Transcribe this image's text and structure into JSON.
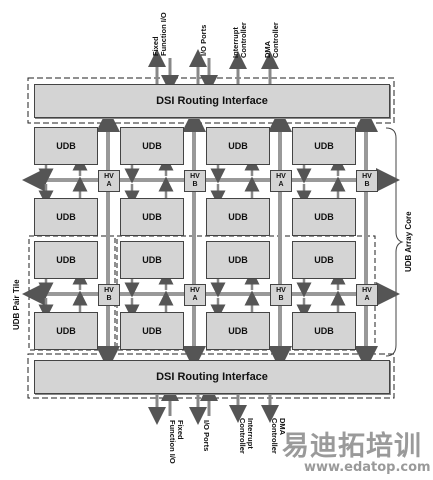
{
  "dsi_top": {
    "label": "DSI Routing Interface"
  },
  "dsi_bottom": {
    "label": "DSI Routing Interface"
  },
  "udb_label": "UDB",
  "hv_labels": [
    {
      "top": "HV",
      "bottom": "A"
    },
    {
      "top": "HV",
      "bottom": "B"
    },
    {
      "top": "HV",
      "bottom": "A"
    },
    {
      "top": "HV",
      "bottom": "B"
    },
    {
      "top": "HV",
      "bottom": "B"
    },
    {
      "top": "HV",
      "bottom": "A"
    },
    {
      "top": "HV",
      "bottom": "B"
    },
    {
      "top": "HV",
      "bottom": "A"
    }
  ],
  "top_signals": [
    "Fixed\nFunction I/O",
    "I/O Ports",
    "Interrupt\nController",
    "DMA\nController"
  ],
  "bottom_signals": [
    "Fixed\nFunction I/O",
    "I/O Ports",
    "Interrupt\nController",
    "DMA\nController"
  ],
  "udb_array_core_label": "UDB Array Core",
  "udb_pair_tile_label": "UDB Pair Tile",
  "watermark": {
    "chinese": "易迪拓培训",
    "url": "www.edatop.com"
  }
}
